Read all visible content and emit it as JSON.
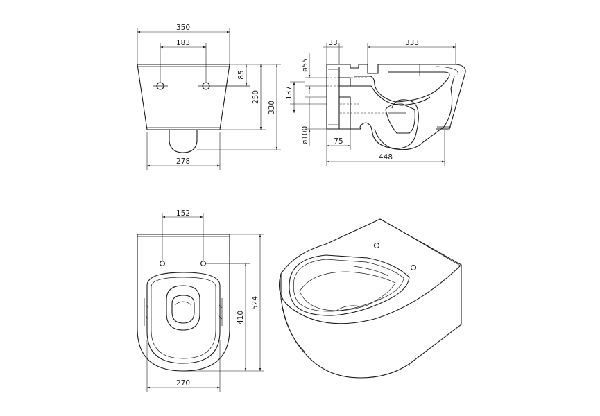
{
  "dimensions": {
    "top_width": "350",
    "top_hole_spacing": "183",
    "top_hole_height": "85",
    "top_front_height": "250",
    "top_total_height": "330",
    "top_base_width": "278",
    "side_top_offset": "33",
    "side_bowl_length": "333",
    "side_inlet_diameter": "ø55",
    "side_inlet_to_outlet": "137",
    "side_outlet_diameter": "ø100",
    "side_outlet_offset": "75",
    "side_total_depth": "448",
    "plan_hole_spacing": "152",
    "plan_hole_depth": "410",
    "plan_total_length": "524",
    "plan_width": "270"
  },
  "colors": {
    "line": "#1a1a1a",
    "background": "#ffffff"
  }
}
